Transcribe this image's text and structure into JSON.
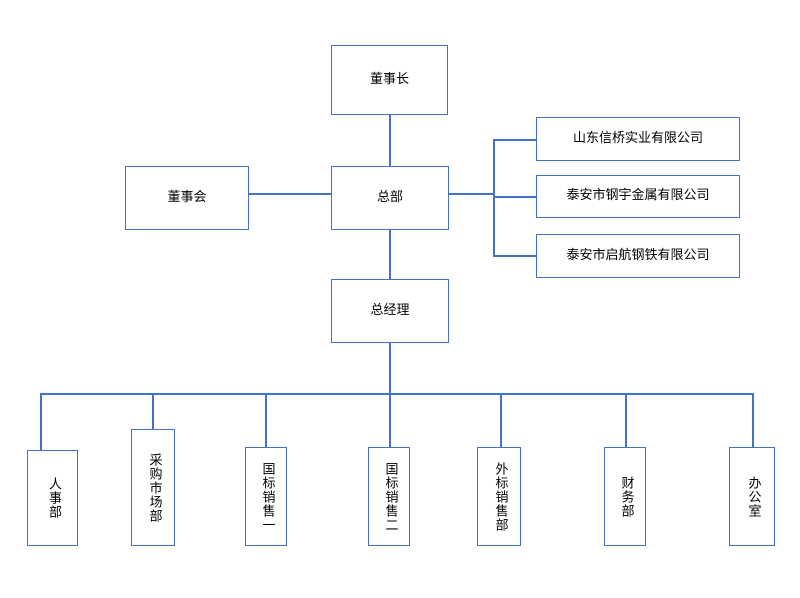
{
  "chart_title": "",
  "theme": {
    "line_color": "#4472c4",
    "node_border": "#4472c4",
    "node_fill": "#ffffff",
    "text_color": "#000000",
    "background": "#ffffff"
  },
  "nodes": {
    "chairman": {
      "label": "董事长"
    },
    "board": {
      "label": "董事会"
    },
    "headquarters": {
      "label": "总部"
    },
    "general_manager": {
      "label": "总经理"
    },
    "subsidiaries": [
      {
        "label": "山东信桥实业有限公司"
      },
      {
        "label": "泰安市钢宇金属有限公司"
      },
      {
        "label": "泰安市启航钢铁有限公司"
      }
    ],
    "departments": [
      {
        "label": "人事部"
      },
      {
        "label": "采购市场部"
      },
      {
        "label": "国标销售一"
      },
      {
        "label": "国标销售二"
      },
      {
        "label": "外标销售部"
      },
      {
        "label": "财务部"
      },
      {
        "label": "办公室"
      }
    ]
  }
}
